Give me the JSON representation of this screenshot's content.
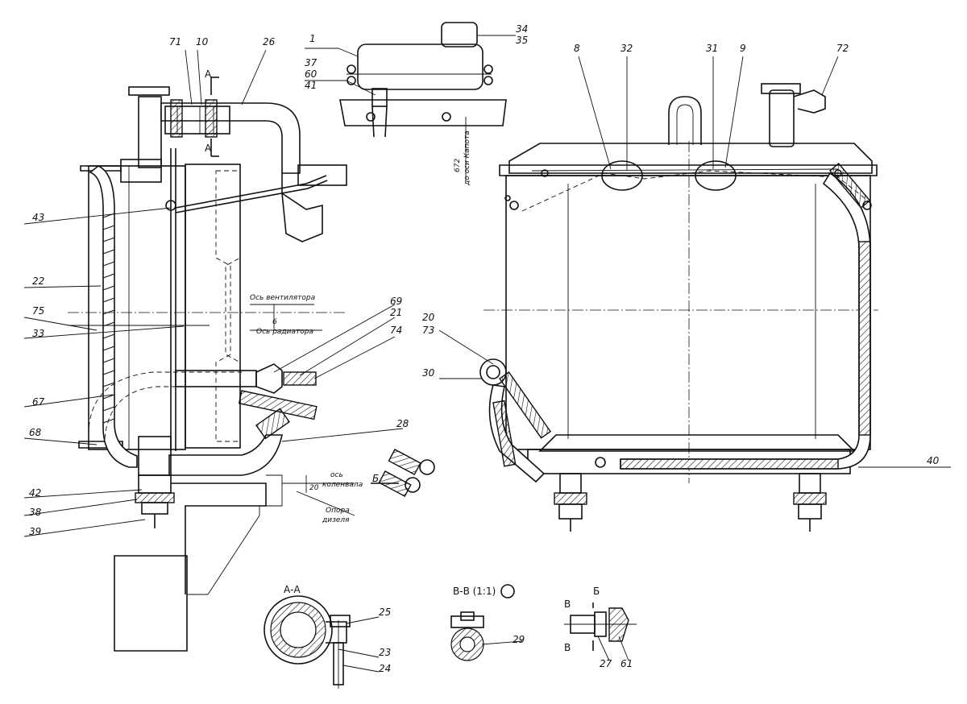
{
  "callouts": {
    "c1": "1",
    "c10": "10",
    "c71": "71",
    "c26": "26",
    "c34": "34",
    "c35": "35",
    "c37": "37",
    "c60": "60",
    "c41": "41",
    "c8": "8",
    "c32": "32",
    "c31": "31",
    "c9": "9",
    "c72": "72",
    "c43": "43",
    "c22": "22",
    "c75": "75",
    "c33": "33",
    "c67": "67",
    "c68": "68",
    "c42": "42",
    "c38": "38",
    "c39": "39",
    "c69": "69",
    "c21": "21",
    "c74": "74",
    "c28": "28",
    "c20": "20",
    "c73": "73",
    "c30": "30",
    "c40": "40",
    "c25": "25",
    "c23": "23",
    "c24": "24",
    "c29": "29",
    "c27": "27",
    "c61": "61",
    "c672": "672",
    "c6": "6",
    "c20dim": "20",
    "cA": "А"
  },
  "annotations": {
    "fan_axis": "Ось вентилятора",
    "radiator_axis": "Ось радиатора",
    "crankshaft_axis_1": "ось",
    "crankshaft_axis_2": "коленвала",
    "engine_support_1": "Опора",
    "engine_support_2": "дизеля",
    "to_hood_axis": "до оси Капота",
    "view_b": "Б"
  },
  "sections": {
    "section_aa": "А-А",
    "section_vv": "В-В (1:1)",
    "view_b": "Б",
    "mark_v1": "В",
    "mark_v2": "В",
    "cut_a_top": "А",
    "cut_a_bottom": "А"
  }
}
